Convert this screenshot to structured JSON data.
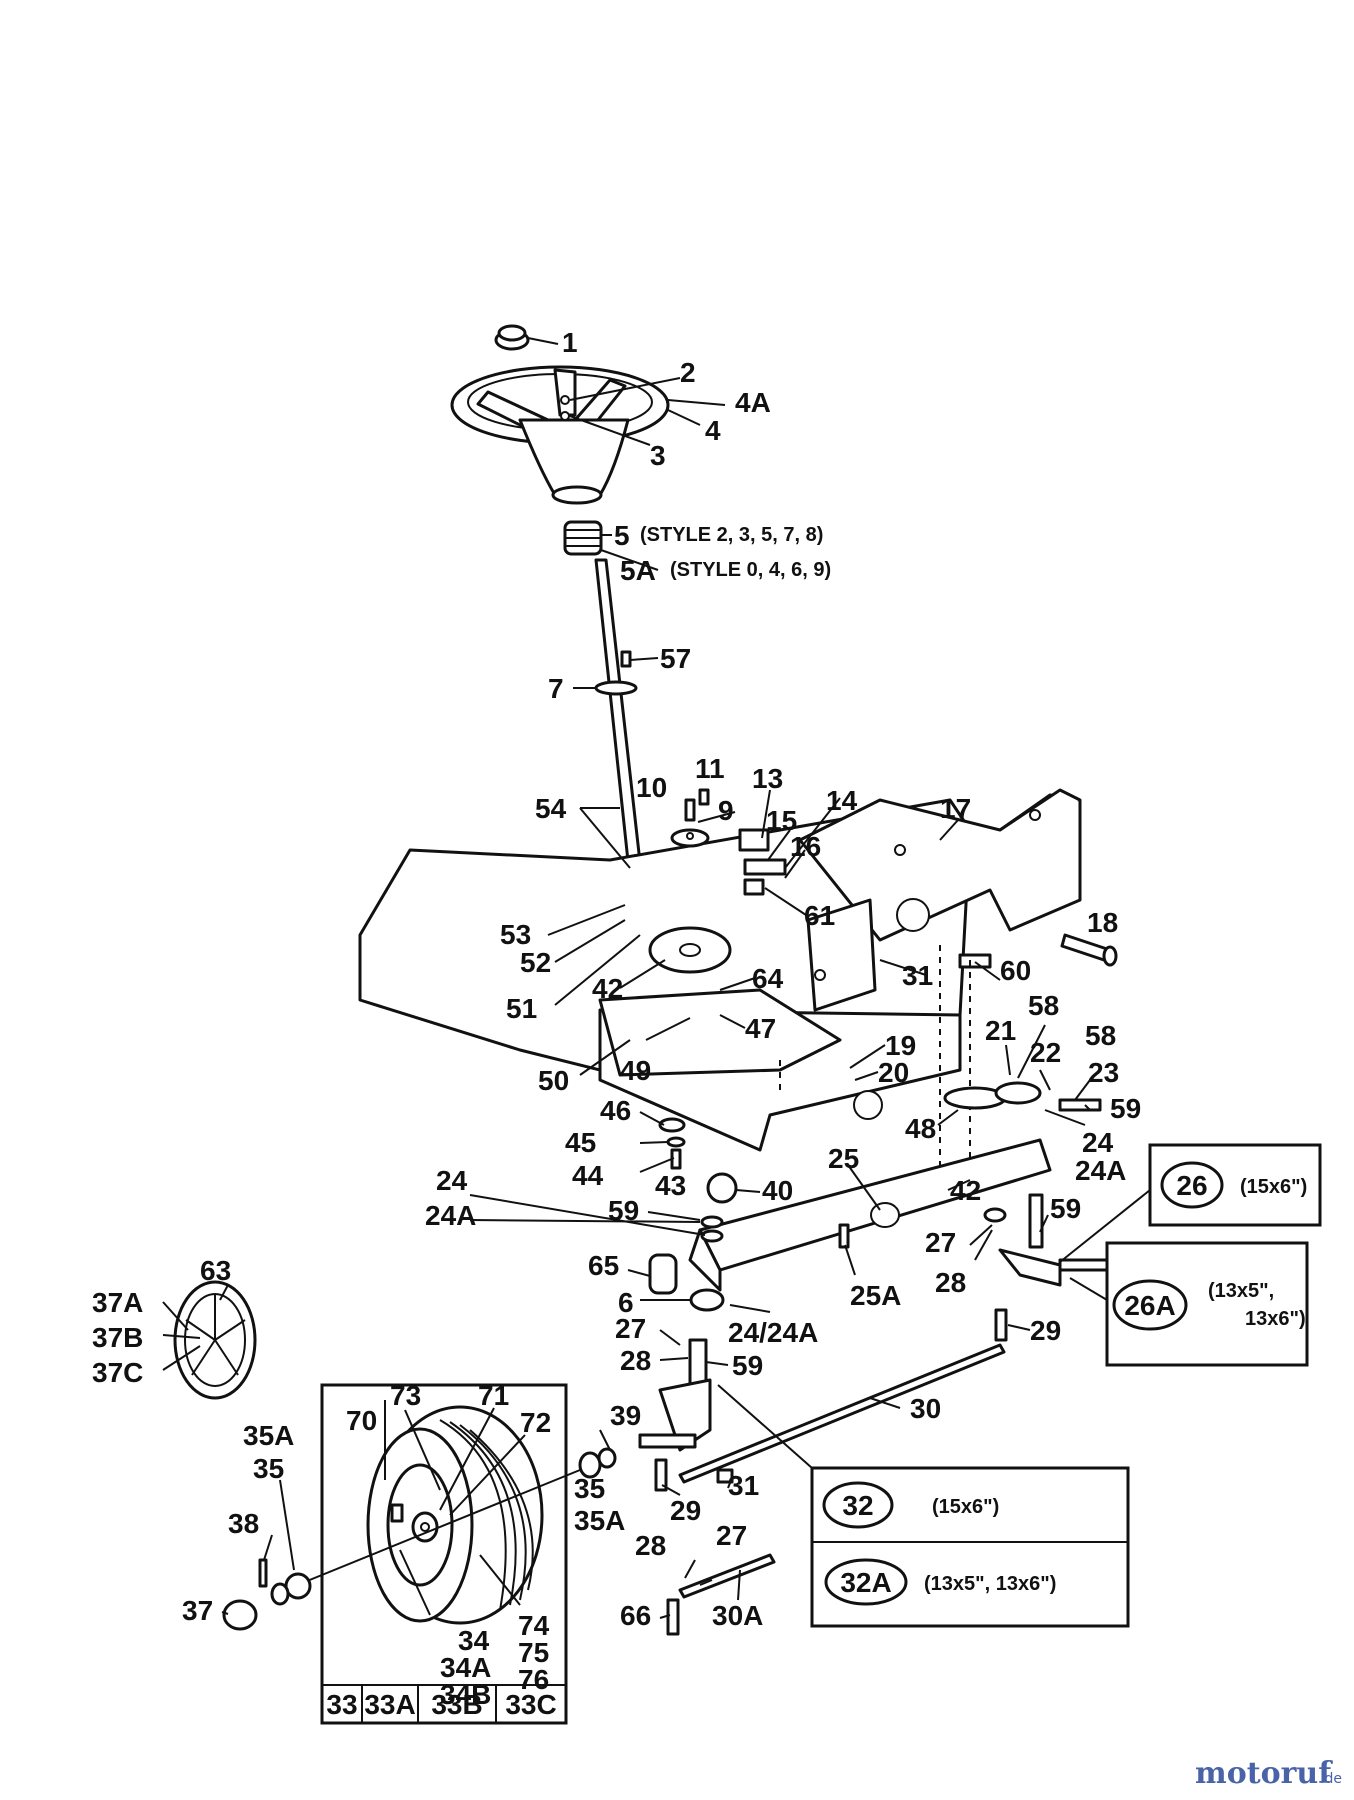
{
  "watermark": {
    "text": "motoruf",
    "suffix": ".de"
  },
  "notes": {
    "n5": "(STYLE 2, 3, 5, 7, 8)",
    "n5A": "(STYLE 0, 4, 6, 9)",
    "n26": "(15x6\")",
    "n26A_1": "(13x5\",",
    "n26A_2": "13x6\")",
    "n32": "(15x6\")",
    "n32A": "(13x5\", 13x6\")"
  },
  "labels": {
    "l1": "1",
    "l2": "2",
    "l3": "3",
    "l4": "4",
    "l4A": "4A",
    "l5": "5",
    "l5A": "5A",
    "l57": "57",
    "l7": "7",
    "l10": "10",
    "l11": "11",
    "l9": "9",
    "l13": "13",
    "l14": "14",
    "l15": "15",
    "l16": "16",
    "l17": "17",
    "l54": "54",
    "l61": "61",
    "l18": "18",
    "l53": "53",
    "l52": "52",
    "l42a": "42",
    "l51": "51",
    "l64": "64",
    "l31a": "31",
    "l60": "60",
    "l47": "47",
    "l49": "49",
    "l50": "50",
    "l19": "19",
    "l20": "20",
    "l21": "21",
    "l58a": "58",
    "l22": "22",
    "l58b": "58",
    "l23": "23",
    "l59a": "59",
    "l48": "48",
    "l24a": "24",
    "l24Aa": "24A",
    "l46": "46",
    "l45": "45",
    "l44": "44",
    "l43": "43",
    "l25": "25",
    "l24b": "24",
    "l24Ab": "24A",
    "l59b": "59",
    "l40": "40",
    "l42b": "42",
    "l59c": "59",
    "l27a": "27",
    "l28a": "28",
    "l25A": "25A",
    "l65": "65",
    "l6": "6",
    "l24c": "24/24A",
    "l27b": "27",
    "l28b": "28",
    "l59d": "59",
    "l29a": "29",
    "l30": "30",
    "l63": "63",
    "l37A": "37A",
    "l37B": "37B",
    "l37C": "37C",
    "l73": "73",
    "l71": "71",
    "l70": "70",
    "l72": "72",
    "l39": "39",
    "l35a": "35",
    "l35Aa": "35A",
    "l35Ab": "35A",
    "l35b": "35",
    "l38": "38",
    "l37": "37",
    "l29b": "29",
    "l31b": "31",
    "l28c": "28",
    "l27c": "27",
    "l66": "66",
    "l30A": "30A",
    "l34": "34",
    "l34A": "34A",
    "l34B": "34B",
    "l74": "74",
    "l75": "75",
    "l76": "76",
    "c26": "26",
    "c26A": "26A",
    "c32": "32",
    "c32A": "32A"
  },
  "wheel_variants": [
    "33",
    "33A",
    "33B",
    "33C"
  ]
}
